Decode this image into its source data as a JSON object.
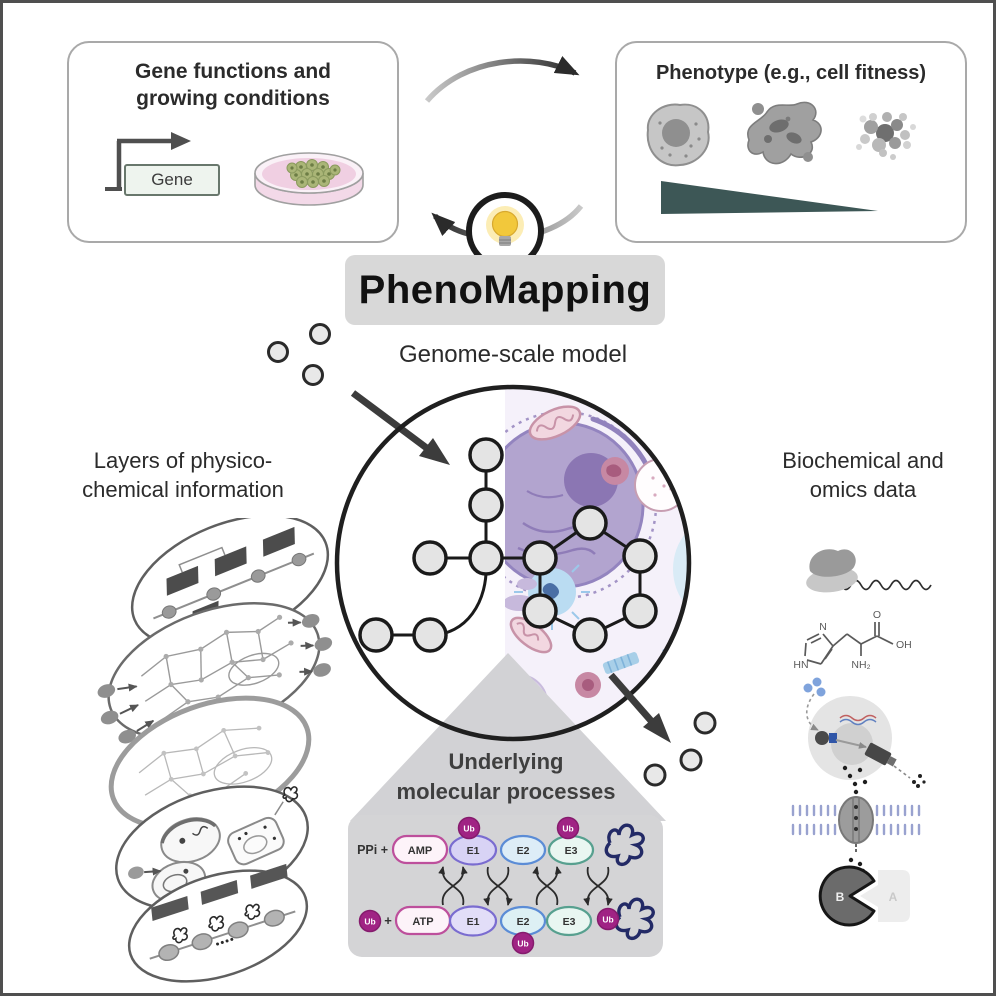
{
  "top_left_box": {
    "title": "Gene functions and growing conditions",
    "gene_label": "Gene"
  },
  "top_right_box": {
    "title": "Phenotype (e.g., cell fitness)"
  },
  "phenomapping": {
    "title": "PhenoMapping"
  },
  "genome_model": {
    "label": "Genome-scale model"
  },
  "left_panel": {
    "line1": "Layers of physico-",
    "line2": "chemical information"
  },
  "right_panel": {
    "line1": "Biochemical and",
    "line2": "omics data"
  },
  "bottom_panel": {
    "title_line1": "Underlying",
    "title_line2": "molecular processes",
    "ppi": "PPi +",
    "amp": "AMP",
    "atp": "ATP",
    "plus": "+",
    "ub": "Ub",
    "e1": "E1",
    "e2": "E2",
    "e3": "E3"
  },
  "right_icons": {
    "protein_b_label": "B",
    "protein_a_label": "A",
    "histidine": {
      "n": "N",
      "hn": "HN",
      "o": "O",
      "oh": "OH",
      "nh2": "NH₂"
    }
  },
  "colors": {
    "accent_magenta": "#a02384",
    "teal_triangle": "#3d5756",
    "panel_gray": "#d4d4d6",
    "navy_protein": "#232a66",
    "e1_border": "#7a6cd0",
    "e2_border": "#5b8cd6",
    "e3_border": "#57a08f",
    "pill_border": "#bd4f9c"
  }
}
